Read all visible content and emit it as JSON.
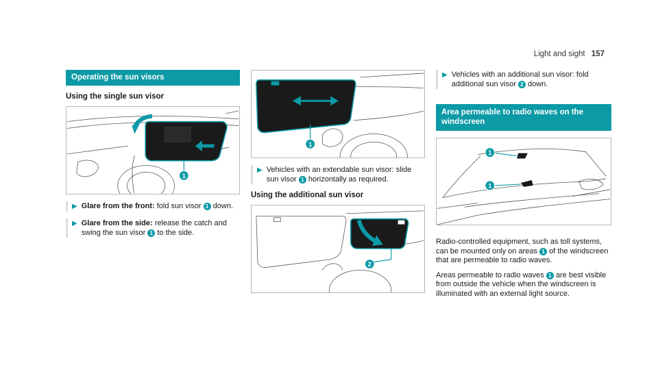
{
  "header": {
    "section": "Light and sight",
    "page": "157"
  },
  "col1": {
    "banner": "Operating the sun visors",
    "subhead": "Using the single sun visor",
    "step1": {
      "bold": "Glare from the front:",
      "text_before": "fold sun visor",
      "text_after": "down."
    },
    "step2": {
      "bold": "Glare from the side:",
      "text_before": "release the catch and swing the sun visor",
      "text_after": "to the side."
    }
  },
  "col2": {
    "step1": {
      "text_before": "Vehicles with an extendable sun visor: slide sun visor",
      "text_after": "horizontally as required."
    },
    "subhead": "Using the additional sun visor"
  },
  "col3": {
    "step1": {
      "text_before": "Vehicles with an additional sun visor: fold additional sun visor",
      "text_after": "down."
    },
    "banner": "Area permeable to radio waves on the windscreen",
    "para1": {
      "before": "Radio-controlled equipment, such as toll systems, can be mounted only on areas",
      "after": "of the windscreen that are permeable to radio waves."
    },
    "para2": {
      "before": "Areas permeable to radio waves",
      "after": "are best visible from outside the vehicle when the windscreen is illuminated with an external light source."
    }
  },
  "markers": {
    "one": "1",
    "two": "2"
  },
  "colors": {
    "accent": "#0c9aa6",
    "visor": "#1a1a1a"
  }
}
